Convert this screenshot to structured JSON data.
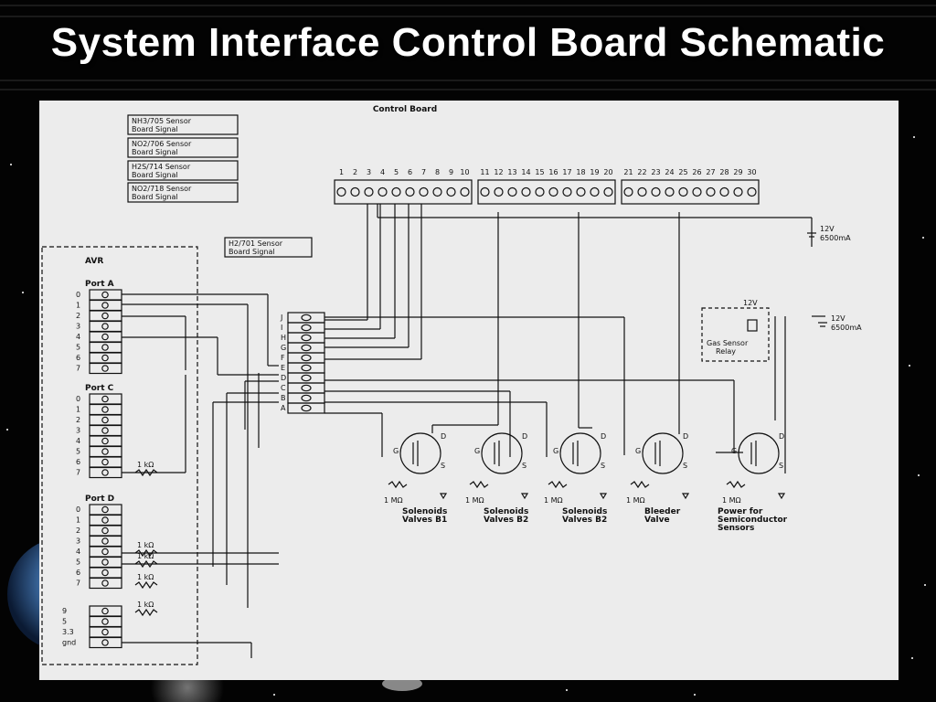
{
  "slide": {
    "title": "System Interface Control Board  Schematic"
  },
  "schematic": {
    "header": "Control Board",
    "avr": {
      "title": "AVR",
      "port_a": {
        "label": "Port A",
        "pins": [
          "0",
          "1",
          "2",
          "3",
          "4",
          "5",
          "6",
          "7"
        ]
      },
      "port_c": {
        "label": "Port C",
        "pins": [
          "0",
          "1",
          "2",
          "3",
          "4",
          "5",
          "6",
          "7"
        ]
      },
      "port_d": {
        "label": "Port D",
        "pins": [
          "0",
          "1",
          "2",
          "3",
          "4",
          "5",
          "6",
          "7"
        ]
      },
      "power_pins": [
        "9",
        "5",
        "3.3",
        "gnd"
      ]
    },
    "sensor_labels": [
      [
        "NH3/705 Sensor",
        "Board Signal"
      ],
      [
        "NO2/706 Sensor",
        "Board Signal"
      ],
      [
        "H2S/714 Sensor",
        "Board Signal"
      ],
      [
        "NO2/718 Sensor",
        "Board Signal"
      ],
      [
        "H2/701 Sensor",
        "Board Signal"
      ]
    ],
    "resistor_labels": {
      "port_c": "1 kΩ",
      "port_d": [
        "1 kΩ",
        "1 kΩ",
        "1 kΩ",
        "1 kΩ"
      ],
      "mosfet": "1 MΩ"
    },
    "terminal_numbers": [
      "1",
      "2",
      "3",
      "4",
      "5",
      "6",
      "7",
      "8",
      "9",
      "10",
      "11",
      "12",
      "13",
      "14",
      "15",
      "16",
      "17",
      "18",
      "19",
      "20",
      "21",
      "22",
      "23",
      "24",
      "25",
      "26",
      "27",
      "28",
      "29",
      "30"
    ],
    "connector_letters": [
      "J",
      "I",
      "H",
      "G",
      "F",
      "E",
      "D",
      "C",
      "B",
      "A"
    ],
    "power_supplies": [
      [
        "12V",
        "6500mA"
      ],
      [
        "12V",
        "6500mA"
      ]
    ],
    "relay": {
      "label": [
        "Gas Sensor",
        "Relay"
      ],
      "voltage": "12V"
    },
    "mosfets": [
      [
        "Solenoids",
        "Valves B1"
      ],
      [
        "Solenoids",
        "Valves B2"
      ],
      [
        "Solenoids",
        "Valves B2"
      ],
      [
        "Bleeder",
        "Valve"
      ],
      [
        "Power for",
        "Semiconductor",
        "Sensors"
      ]
    ],
    "mosfet_pins": [
      "D",
      "S",
      "G"
    ]
  }
}
